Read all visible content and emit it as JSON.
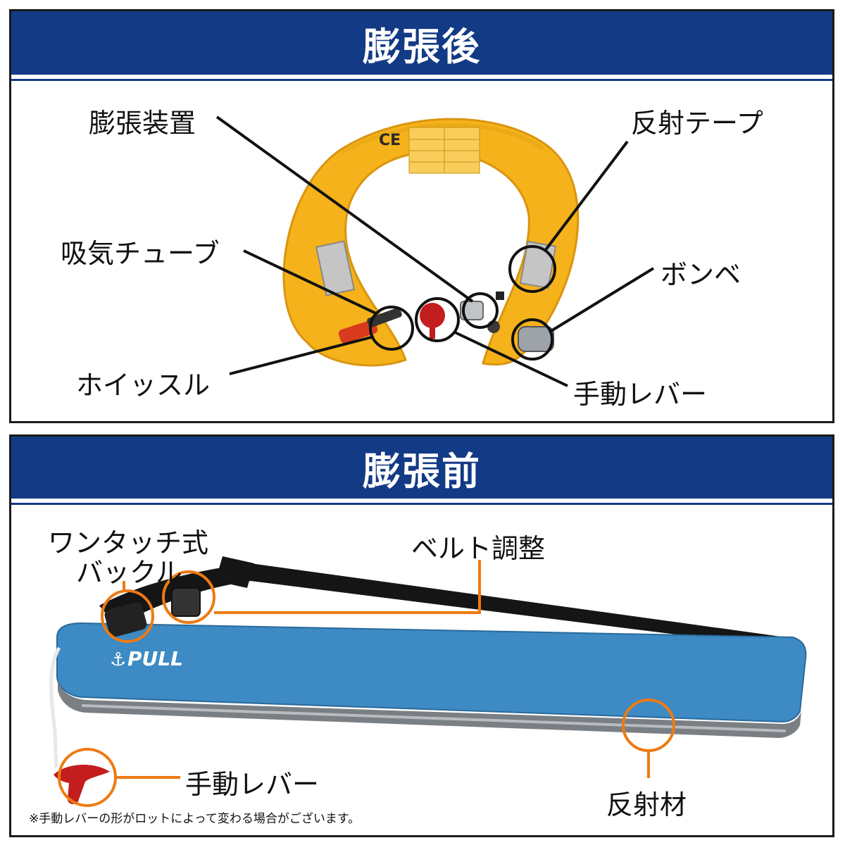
{
  "top": {
    "title": "膨張後",
    "labels": {
      "inflator": "膨張装置",
      "reflective_tape": "反射テープ",
      "oral_tube": "吸気チューブ",
      "cylinder": "ボンベ",
      "whistle": "ホイッスル",
      "manual_lever": "手動レバー"
    },
    "ring_text": "CE"
  },
  "bottom": {
    "title": "膨張前",
    "labels": {
      "buckle_line1": "ワンタッチ式",
      "buckle_line2": "バックル",
      "belt_adjust": "ベルト調整",
      "manual_lever": "手動レバー",
      "reflective_material": "反射材"
    },
    "pouch_text": "PULL",
    "note": "※手動レバーの形がロットによって変わる場合がございます。"
  },
  "colors": {
    "header": "#133a85",
    "ring": "#f5b21a",
    "pouch": "#3d8ac4",
    "callout_orange": "#ee7a12",
    "lever_red": "#c41d1d"
  }
}
